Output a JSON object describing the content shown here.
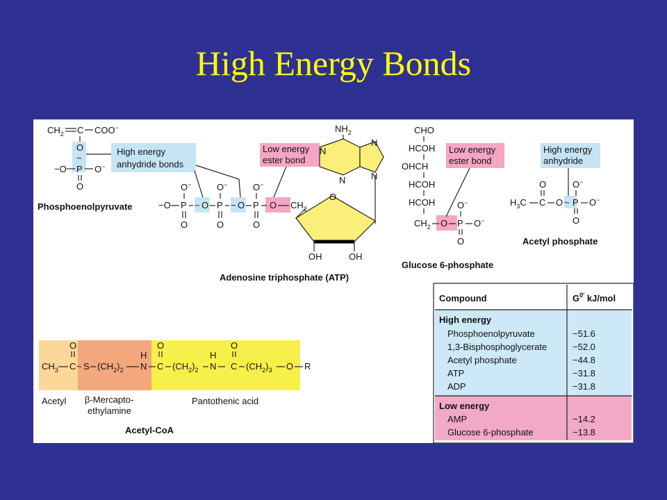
{
  "slide": {
    "title": "High Energy Bonds"
  },
  "pep": {
    "top_row": [
      "CH",
      "2",
      "C",
      "COO",
      "−"
    ],
    "o_label": "O",
    "tilde": "~",
    "phosphate": [
      "−O",
      "P",
      "O",
      "−"
    ],
    "p_o": "O",
    "name": "Phosphoenolpyruvate"
  },
  "callouts": {
    "anhydride_bonds": [
      "High energy",
      "anhydride bonds"
    ],
    "ester_bond_atp": [
      "Low energy",
      "ester bond"
    ],
    "ester_bond_g6p": [
      "Low energy",
      "ester bond"
    ],
    "anhydride": [
      "High energy",
      "anhydride"
    ]
  },
  "atp": {
    "nh2": "NH",
    "nh2_sub": "2",
    "ring_n": "N",
    "o": "O",
    "oh": "OH",
    "ch2": "CH",
    "ch2_sub": "2",
    "minus_o": "−O",
    "p": "P",
    "minus": "−",
    "tilde": "~",
    "name": "Adenosine triphosphate (ATP)"
  },
  "g6p": {
    "chain": [
      "CHO",
      "HCOH",
      "OHCH",
      "HCOH",
      "HCOH"
    ],
    "ch2": "CH",
    "ch2_sub": "2",
    "o": "O",
    "p": "P",
    "minus": "−",
    "name": "Glucose 6-phosphate"
  },
  "acetyl_phosphate": {
    "h3c": "H",
    "h3c_sub": "3",
    "c": "C",
    "o": "O",
    "p": "P",
    "minus": "−",
    "tilde": "~",
    "name": "Acetyl phosphate"
  },
  "acetyl_coa": {
    "ch3": "CH",
    "ch3_sub": "3",
    "c": "C",
    "s": "S",
    "ch2_group": "(CH",
    "sub2": "2",
    "close_paren": ")",
    "sub3": "3",
    "h": "H",
    "n": "N",
    "o": "O",
    "r": "R",
    "tilde": "~",
    "labels": {
      "acetyl": "Acetyl",
      "mercapto_1": "β-Mercapto-",
      "mercapto_2": "ethylamine",
      "pantothenic": "Pantothenic acid"
    },
    "name": "Acetyl-CoA"
  },
  "energy_table": {
    "header": {
      "compound": "Compound",
      "g": "G",
      "g_sup": "0′",
      "unit": " kJ/mol"
    },
    "high": {
      "label": "High energy",
      "rows": [
        {
          "compound": "Phosphoenolpyruvate",
          "value": "−51.6"
        },
        {
          "compound": "1,3-Bisphosphoglycerate",
          "value": "−52.0"
        },
        {
          "compound": "Acetyl phosphate",
          "value": "−44.8"
        },
        {
          "compound": "ATP",
          "value": "−31.8"
        },
        {
          "compound": "ADP",
          "value": "−31.8"
        }
      ]
    },
    "low": {
      "label": "Low energy",
      "rows": [
        {
          "compound": "AMP",
          "value": "−14.2"
        },
        {
          "compound": "Glucose 6-phosphate",
          "value": "−13.8"
        }
      ]
    }
  },
  "colors": {
    "background": "#2e3192",
    "title": "#ffff00",
    "highlight_blue": "#c6e4f4",
    "highlight_pink": "#f4a6c4",
    "ribose_yellow": "#fbef7a",
    "acetyl_orange": "#fcd79a",
    "mercapto_salmon": "#f3a77d",
    "pantothenic_yellow": "#f7f04a",
    "table_blue": "#cde8f6",
    "table_pink": "#f1a9c5"
  }
}
